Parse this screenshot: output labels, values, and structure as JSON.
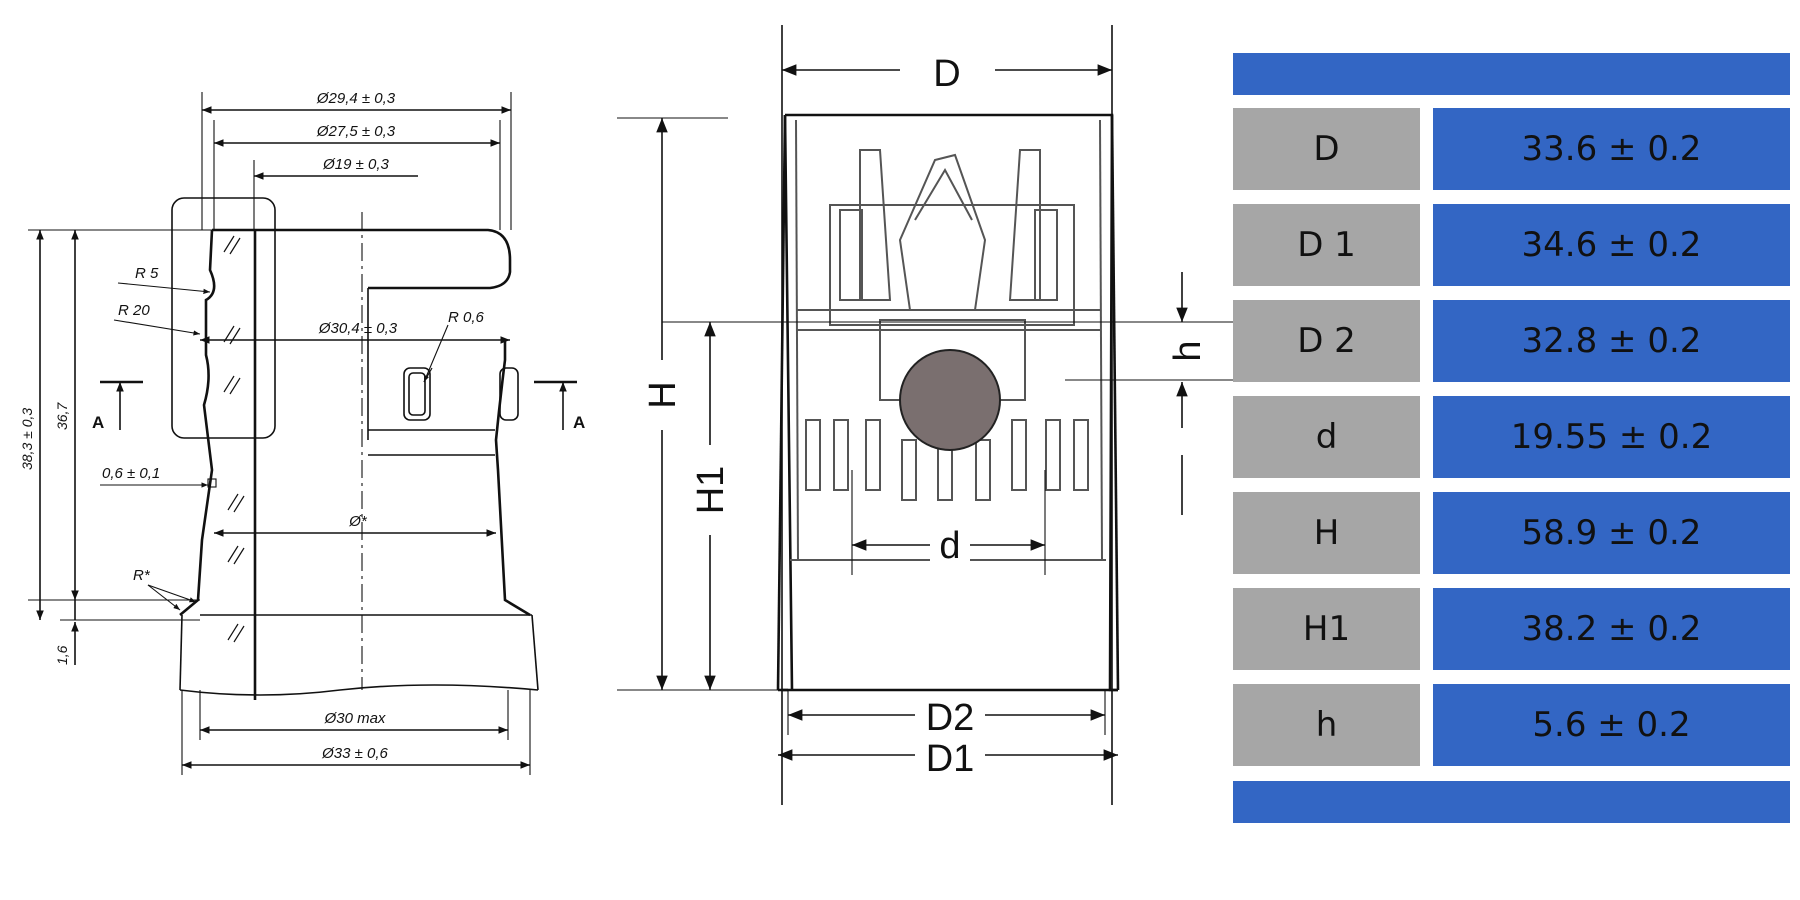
{
  "left_drawing": {
    "dims": {
      "d29_4": "Ø29,4 ± 0,3",
      "d27_5": "Ø27,5 ± 0,3",
      "d19": "Ø19 ± 0,3",
      "d30_4": "Ø30,4 ± 0,3",
      "r5": "R 5",
      "r20": "R 20",
      "r0_6": "R 0,6",
      "h38_3": "38,3 ± 0,3",
      "h36_7": "36,7",
      "t0_6": "0,6 ± 0,1",
      "dstar": "Ø*",
      "rstar": "R*",
      "h1_6": "1,6",
      "d30max": "Ø30 max",
      "d33": "Ø33 ± 0,6",
      "section_a": "A"
    }
  },
  "center_drawing": {
    "labels": {
      "D": "D",
      "H": "H",
      "H1": "H1",
      "h": "h",
      "d": "d",
      "D2": "D2",
      "D1": "D1"
    }
  },
  "spec_table": {
    "rows": [
      {
        "key": "D",
        "value": "33.6 ± 0.2"
      },
      {
        "key": "D 1",
        "value": "34.6 ± 0.2"
      },
      {
        "key": "D 2",
        "value": "32.8 ± 0.2"
      },
      {
        "key": "d",
        "value": "19.55 ± 0.2"
      },
      {
        "key": "H",
        "value": "58.9 ± 0.2"
      },
      {
        "key": "H1",
        "value": "38.2 ± 0.2"
      },
      {
        "key": "h",
        "value": "5.6 ± 0.2"
      }
    ],
    "colors": {
      "key_bg": "#a6a6a6",
      "value_bg": "#3366c4",
      "bar": "#3366c4"
    }
  }
}
